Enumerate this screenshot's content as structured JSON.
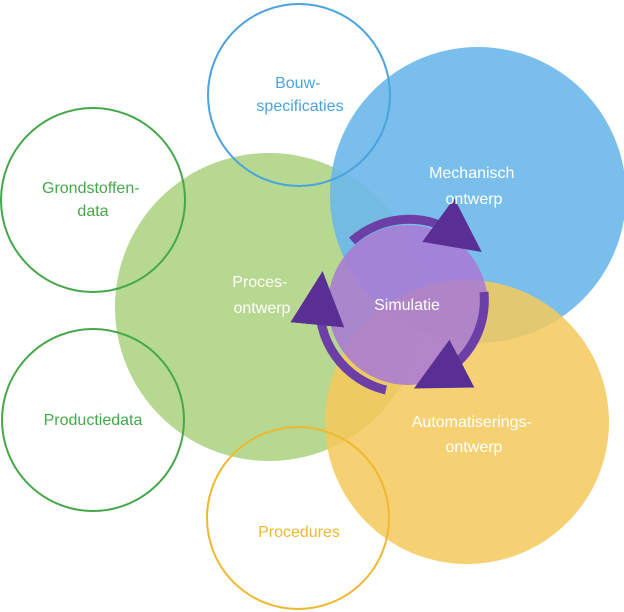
{
  "diagram": {
    "center": {
      "text": "Simulatie"
    },
    "nodes": [
      {
        "id": "bouw",
        "lines": [
          "Bouw-",
          "specificaties"
        ],
        "style": "outline",
        "color": "#4aa3de"
      },
      {
        "id": "grondstoffen",
        "lines": [
          "Grondstoffen-",
          "data"
        ],
        "style": "outline",
        "color": "#44a84a"
      },
      {
        "id": "productie",
        "lines": [
          "Productiedata"
        ],
        "style": "outline",
        "color": "#44a84a"
      },
      {
        "id": "procedures",
        "lines": [
          "Procedures"
        ],
        "style": "outline",
        "color": "#f0b830"
      },
      {
        "id": "proces",
        "lines": [
          "Proces-",
          "ontwerp"
        ],
        "style": "filled",
        "color": "#a9d17c"
      },
      {
        "id": "mechanisch",
        "lines": [
          "Mechanisch",
          "ontwerp"
        ],
        "style": "filled",
        "color": "#6bb8ea"
      },
      {
        "id": "automatisering",
        "lines": [
          "Automatiserings-",
          "ontwerp"
        ],
        "style": "filled",
        "color": "#f4c95a"
      }
    ],
    "colors": {
      "center_fill": "#a97bd4",
      "cycle_arrow": "#6b3fa6",
      "filled_label": "#ffffff"
    }
  }
}
